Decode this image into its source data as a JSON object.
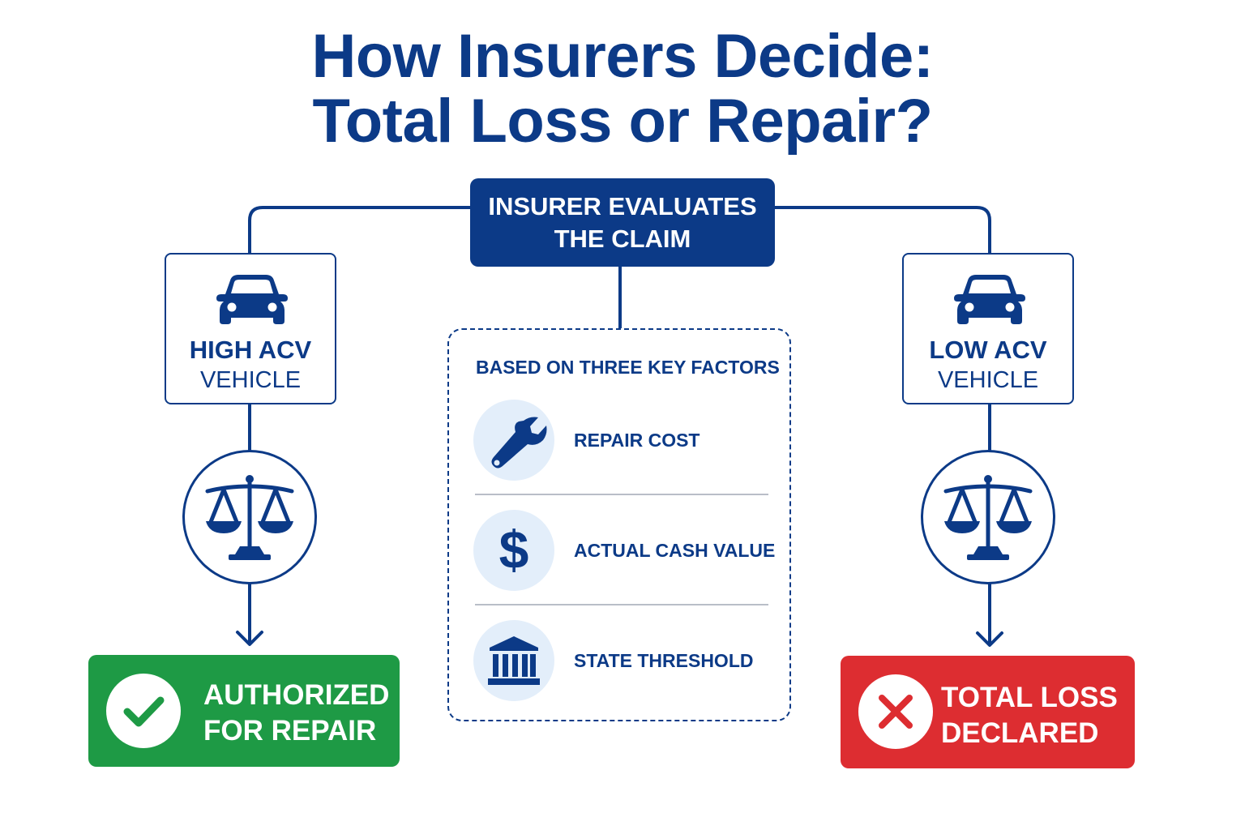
{
  "title": {
    "line1": "How Insurers Decide:",
    "line2": "Total Loss or Repair?"
  },
  "root": {
    "line1": "INSURER EVALUATES",
    "line2": "THE CLAIM"
  },
  "left_branch": {
    "vehicle_line1": "HIGH ACV",
    "vehicle_line2": "VEHICLE",
    "vehicle_icon": "car-icon",
    "decision_icon": "scales-icon",
    "outcome_line1": "AUTHORIZED",
    "outcome_line2": "FOR REPAIR",
    "outcome_icon": "check-icon"
  },
  "right_branch": {
    "vehicle_line1": "LOW ACV",
    "vehicle_line2": "VEHICLE",
    "vehicle_icon": "car-icon",
    "decision_icon": "scales-icon",
    "outcome_line1": "TOTAL LOSS",
    "outcome_line2": "DECLARED",
    "outcome_icon": "x-icon"
  },
  "factors": {
    "heading": "BASED ON THREE KEY FACTORS",
    "items": [
      {
        "label": "REPAIR COST",
        "icon": "wrench-icon"
      },
      {
        "label": "ACTUAL CASH VALUE",
        "icon": "dollar-icon"
      },
      {
        "label": "STATE THRESHOLD",
        "icon": "bank-building-icon"
      }
    ]
  },
  "colors": {
    "primary_navy": "#0c3a87",
    "repair_green": "#1e9a45",
    "loss_red": "#dd2d31",
    "icon_circle_bg": "#e3eefa",
    "divider_gray": "#b9bec8"
  }
}
